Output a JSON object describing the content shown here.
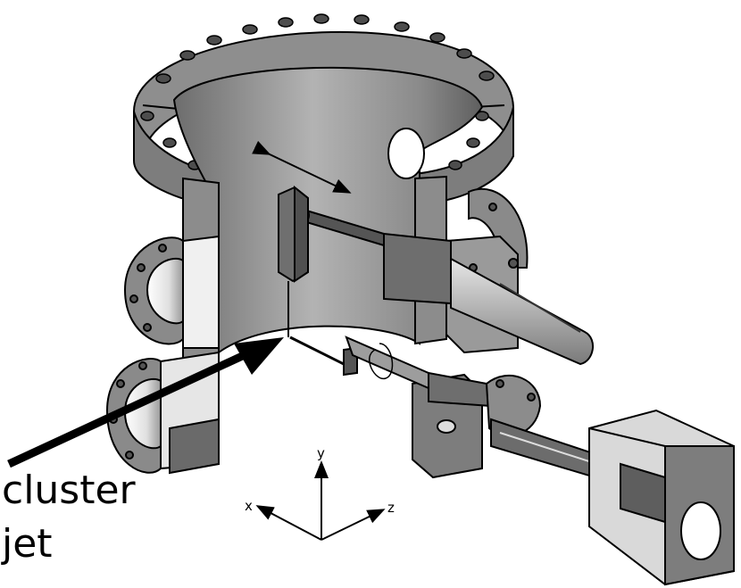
{
  "annotation": {
    "line1": "cluster",
    "line2": "jet"
  },
  "axes": {
    "x": "x",
    "y": "y",
    "z": "z"
  }
}
